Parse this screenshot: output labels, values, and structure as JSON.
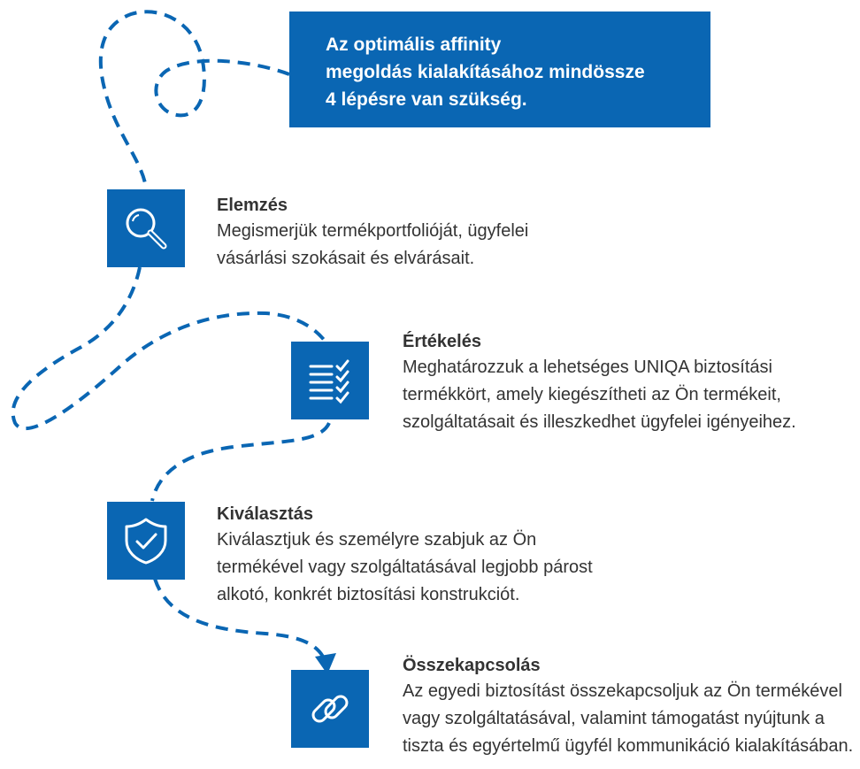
{
  "intro": {
    "lines": [
      "Az optimális affinity",
      "megoldás kialakításához mindössze",
      "4 lépésre van szükség."
    ]
  },
  "steps": [
    {
      "title": "Elemzés",
      "icon": "magnifier-icon",
      "lines": [
        "Megismerjük termékportfolióját, ügyfelei",
        "vásárlási szokásait és elvárásait."
      ]
    },
    {
      "title": "Értékelés",
      "icon": "checklist-icon",
      "lines": [
        "Meghatározzuk a lehetséges UNIQA biztosítási",
        "termékkört, amely kiegészítheti az Ön termékeit,",
        "szolgáltatásait és illeszkedhet ügyfelei igényeihez."
      ]
    },
    {
      "title": "Kiválasztás",
      "icon": "shield-check-icon",
      "lines": [
        "Kiválasztjuk és személyre szabjuk az Ön",
        "termékével vagy szolgáltatásával legjobb párost",
        "alkotó, konkrét biztosítási konstrukciót."
      ]
    },
    {
      "title": "Összekapcsolás",
      "icon": "link-chain-icon",
      "lines": [
        "Az egyedi biztosítást összekapcsoljuk az Ön termékével",
        "vagy szolgáltatásával, valamint támogatást nyújtunk a",
        "tiszta és egyértelmű ügyfél kommunikáció kialakításában."
      ]
    }
  ],
  "colors": {
    "brand_blue": "#0a66b3",
    "text": "#333333"
  }
}
